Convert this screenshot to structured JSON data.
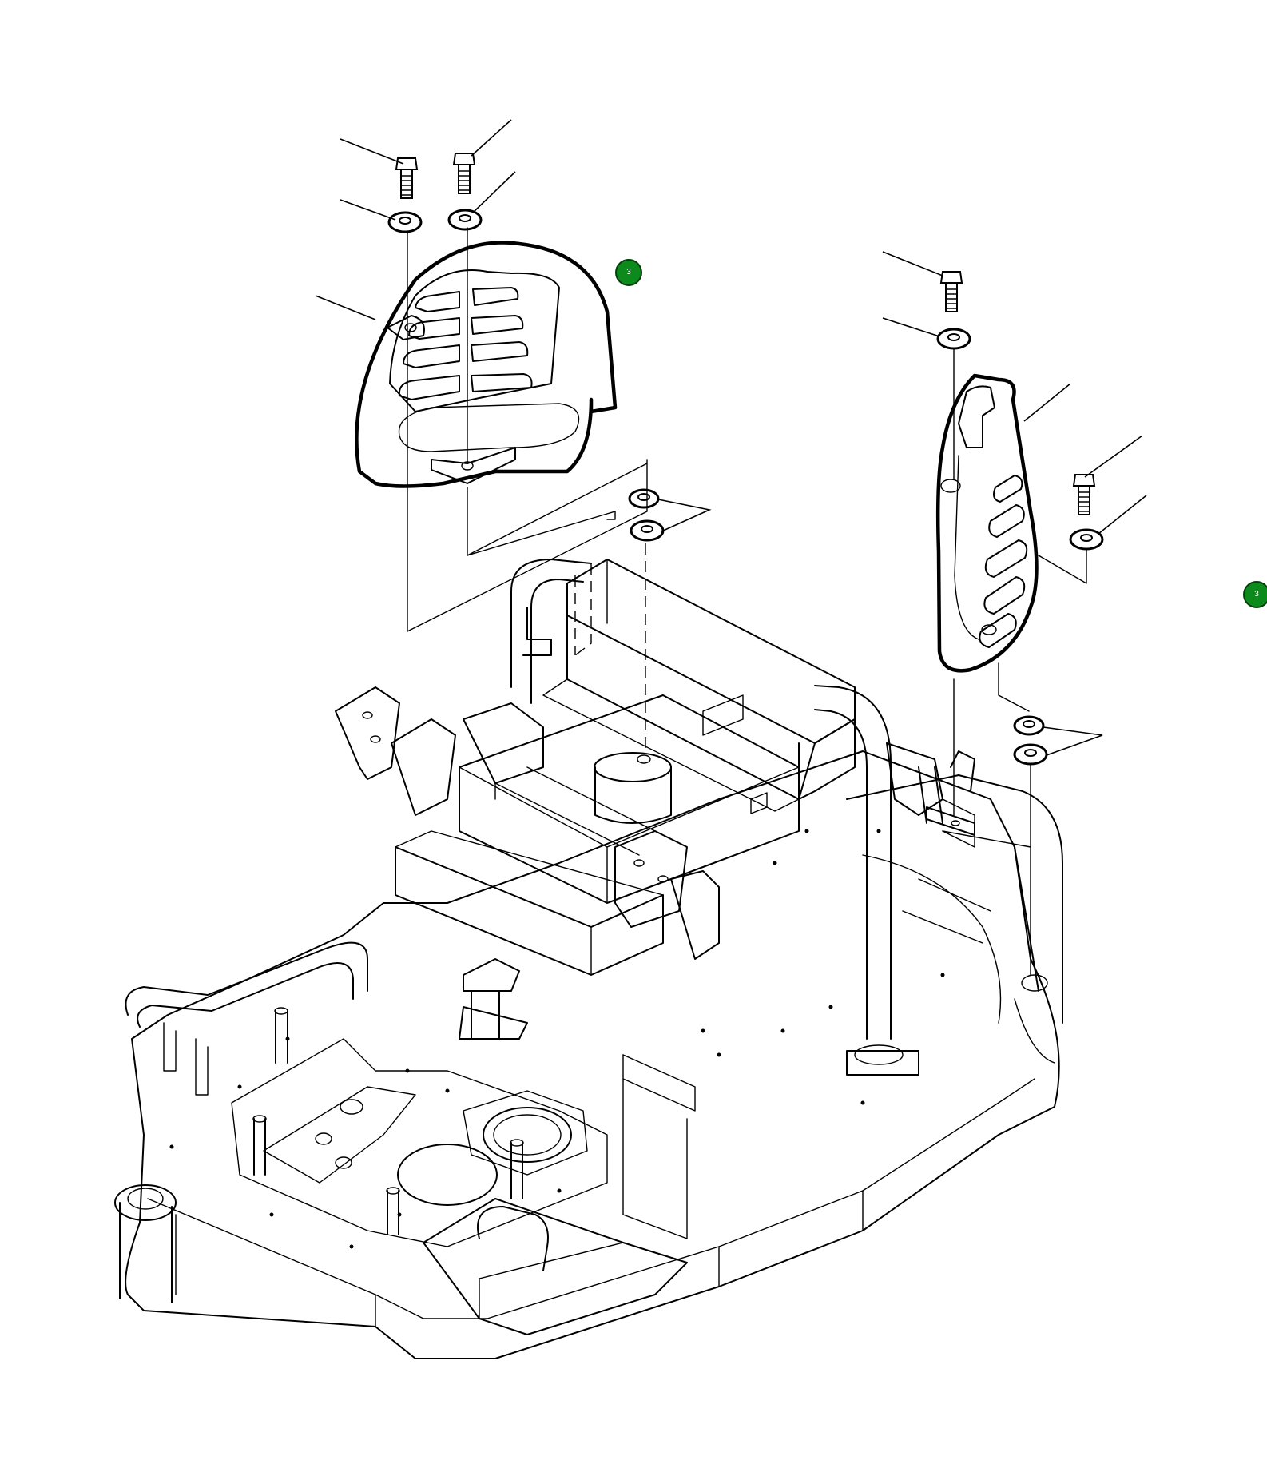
{
  "diagram": {
    "callout_markers": [
      {
        "id": "marker-a",
        "label": "3",
        "color": "#0c8a1c"
      },
      {
        "id": "marker-b",
        "label": "3",
        "color": "#0c8a1c"
      }
    ]
  }
}
